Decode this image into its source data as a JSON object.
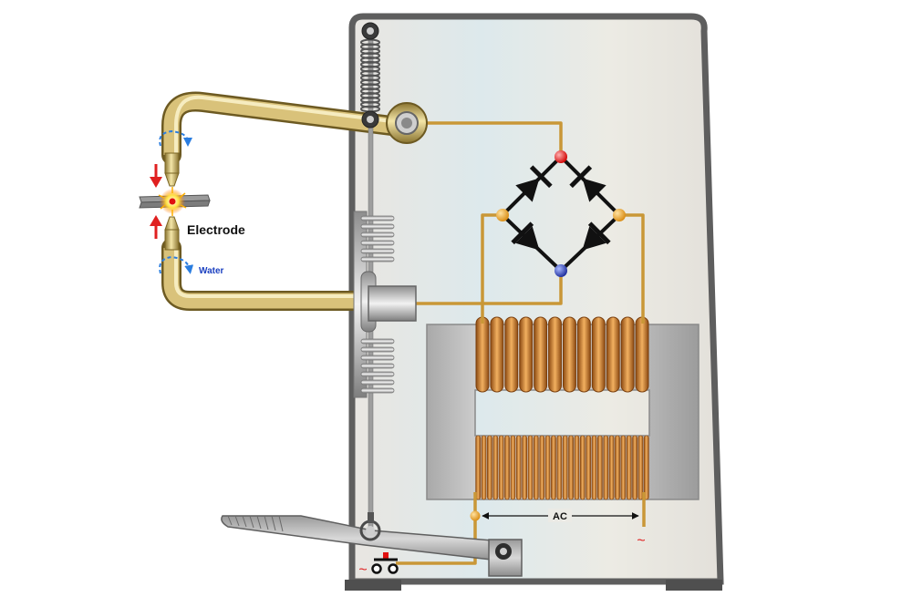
{
  "labels": {
    "electrode": "Electrode",
    "water": "Water",
    "ac": "AC",
    "ac_symbol": "~"
  },
  "colors": {
    "cabinet_fill": "#e6e3de",
    "cabinet_glow": "#dde9ec",
    "cabinet_border": "#5a5a5a",
    "brass": "#c9a84a",
    "copper": "#c87a32",
    "wire": "#d6a24a",
    "core_steel": "#b8b8b8",
    "diode": "#111111",
    "node_positive": "#e01010",
    "node_negative": "#2a3fb0",
    "node_ac": "#f0a020",
    "force_arrow": "#e02020",
    "water_arrow": "#2a7de0",
    "label_water": "#1a3fc0"
  },
  "icons": {
    "ac_source": "ac-sine-icon",
    "foot_switch": "foot-switch-icon"
  }
}
